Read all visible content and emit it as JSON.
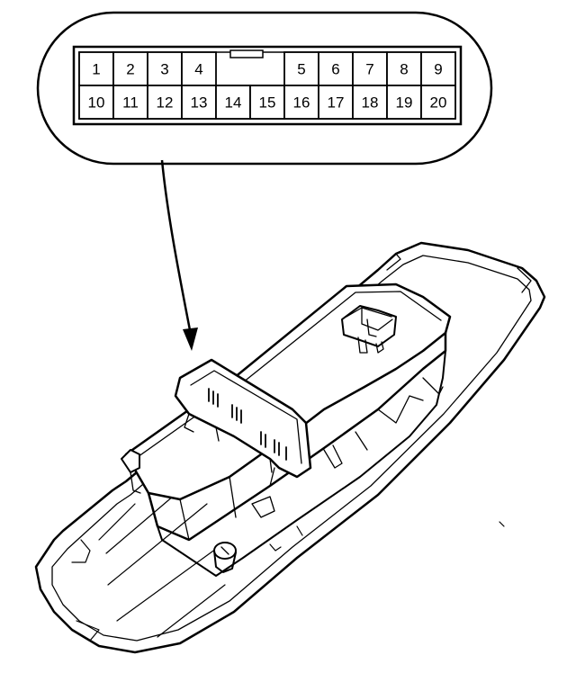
{
  "connector": {
    "top_row": [
      {
        "pin": "1"
      },
      {
        "pin": "2"
      },
      {
        "pin": "3"
      },
      {
        "pin": "4"
      },
      {
        "pin": ""
      },
      {
        "pin": ""
      },
      {
        "pin": "5"
      },
      {
        "pin": "6"
      },
      {
        "pin": "7"
      },
      {
        "pin": "8"
      },
      {
        "pin": "9"
      }
    ],
    "bottom_row": [
      {
        "pin": "10"
      },
      {
        "pin": "11"
      },
      {
        "pin": "12"
      },
      {
        "pin": "13"
      },
      {
        "pin": "14"
      },
      {
        "pin": "15"
      },
      {
        "pin": "16"
      },
      {
        "pin": "17"
      },
      {
        "pin": "18"
      },
      {
        "pin": "19"
      },
      {
        "pin": "20"
      }
    ]
  },
  "colors": {
    "line": "#000000",
    "background": "#ffffff"
  }
}
